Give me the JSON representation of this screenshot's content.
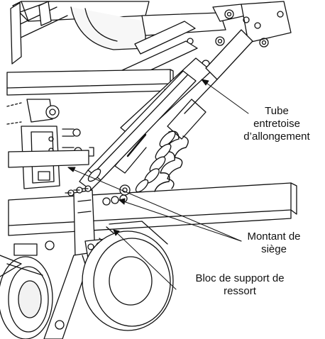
{
  "diagram": {
    "callouts": [
      {
        "id": "tube",
        "lines": [
          "Tube",
          "entretoise",
          "d’allongement"
        ]
      },
      {
        "id": "montant",
        "lines": [
          "Montant de",
          "siège"
        ]
      },
      {
        "id": "bloc",
        "lines": [
          "Bloc de support de",
          "ressort"
        ]
      }
    ]
  },
  "colors": {
    "ink": "#111111",
    "background": "#ffffff",
    "shading": "#f2f2f2"
  }
}
